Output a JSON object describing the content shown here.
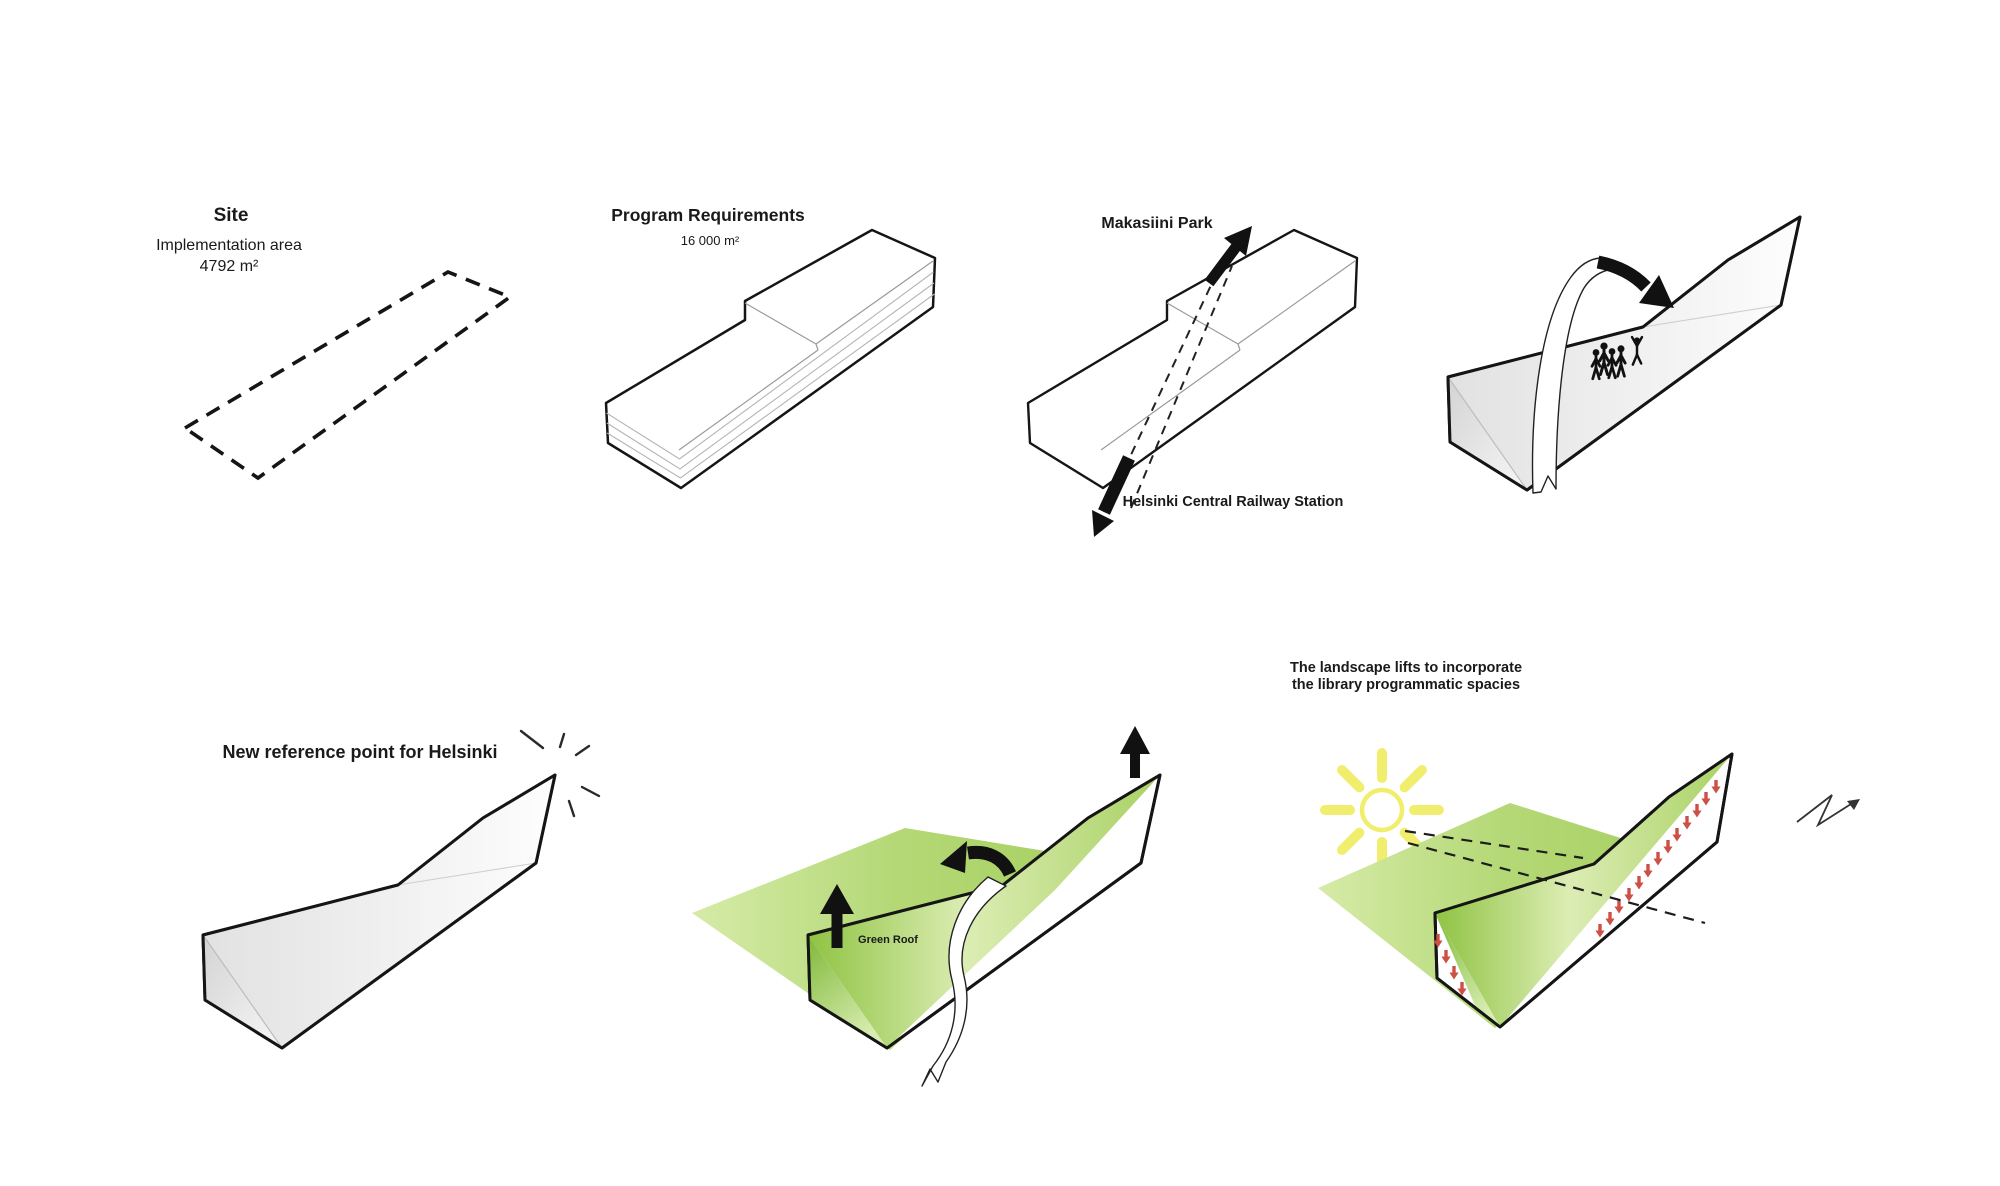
{
  "diagram": {
    "background": "#ffffff",
    "panels": {
      "site": {
        "title": "Site",
        "subtitle": "Implementation area",
        "area": "4792 m²"
      },
      "program": {
        "title": "Program Requirements",
        "area": "16 000 m²"
      },
      "context": {
        "park_label": "Makasiini Park",
        "station_label": "Helsinki Central Railway Station"
      },
      "reference": {
        "title": "New reference point for Helsinki"
      },
      "green_roof": {
        "label": "Green Roof"
      },
      "landscape_lift": {
        "caption_line1": "The landscape lifts to incorporate",
        "caption_line2": "the library programmatic spacies"
      }
    },
    "colors": {
      "outline": "#151515",
      "green": "#a9d164",
      "green_dark": "#7fb837",
      "sun_yellow": "#f1ee6d",
      "arrow_red": "#cc5046"
    }
  }
}
